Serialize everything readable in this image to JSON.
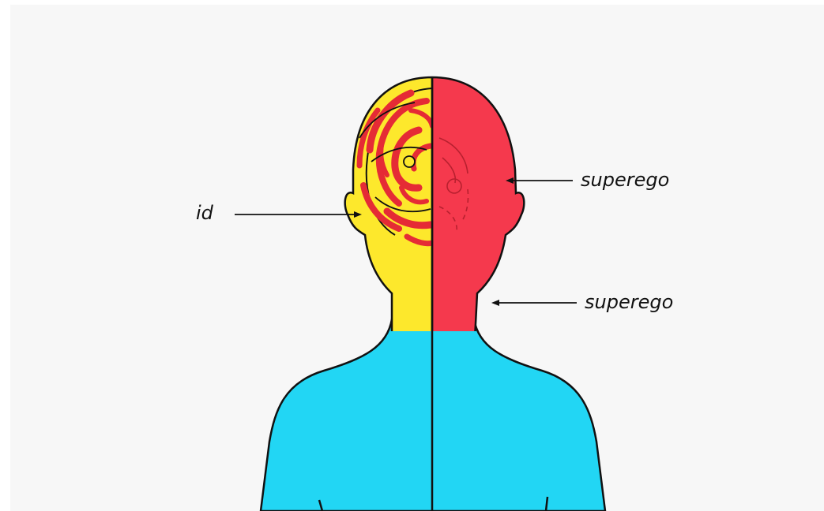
{
  "labels": {
    "id": "id",
    "superego_head": "superego",
    "superego_neck": "superego"
  },
  "colors": {
    "background": "#f7f7f7",
    "id_half": "#fde82c",
    "superego_half": "#f5394d",
    "body": "#22d6f4",
    "outline": "#111111",
    "swirl_red": "#e52b35"
  }
}
